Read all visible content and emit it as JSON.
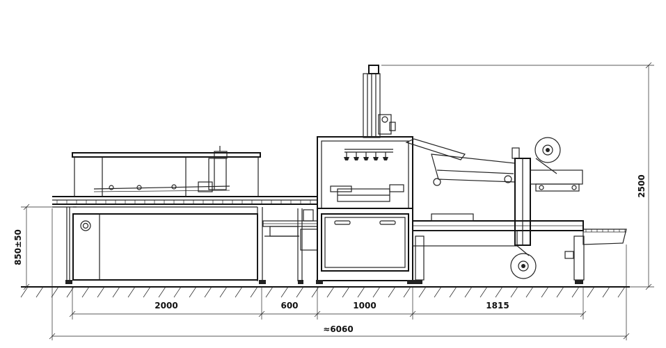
{
  "dimensions": {
    "height_total": "2500",
    "working_height": "850±50",
    "section_1": "2000",
    "section_2": "600",
    "section_3": "1000",
    "section_4": "1815",
    "overall_length": "≈6060"
  },
  "colors": {
    "line": "#222222",
    "background": "#ffffff"
  }
}
